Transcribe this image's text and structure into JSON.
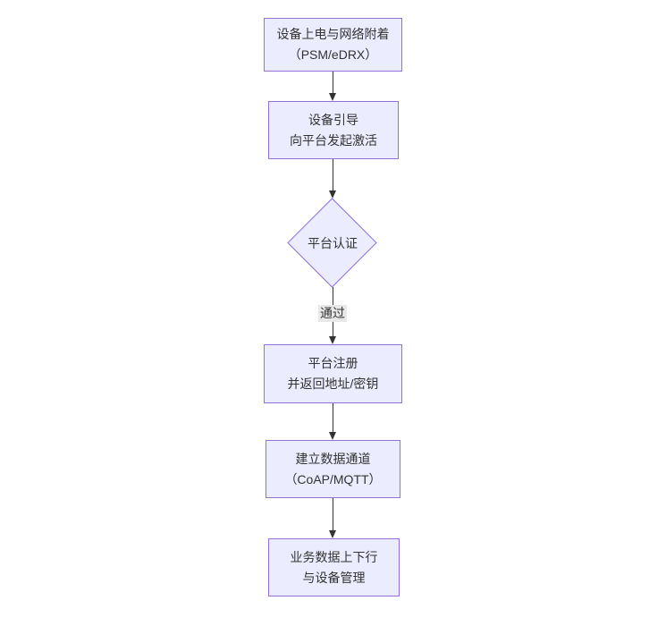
{
  "diagram": {
    "type": "flowchart",
    "direction": "top-down",
    "colors": {
      "node_fill": "#ECECFF",
      "node_border": "#9370DB",
      "text": "#333333",
      "arrow": "#333333",
      "edge_label_bg": "#e8e8e8",
      "background": "#ffffff"
    },
    "nodes": [
      {
        "id": "A",
        "shape": "rect",
        "line1": "设备上电与网络附着",
        "line2": "（PSM/eDRX）"
      },
      {
        "id": "B",
        "shape": "rect",
        "line1": "设备引导",
        "line2": "向平台发起激活"
      },
      {
        "id": "C",
        "shape": "diamond",
        "line1": "平台认证",
        "line2": ""
      },
      {
        "id": "D",
        "shape": "rect",
        "line1": "平台注册",
        "line2": "并返回地址/密钥"
      },
      {
        "id": "E",
        "shape": "rect",
        "line1": "建立数据通道",
        "line2": "（CoAP/MQTT）"
      },
      {
        "id": "F",
        "shape": "rect",
        "line1": "业务数据上下行",
        "line2": "与设备管理"
      }
    ],
    "edges": [
      {
        "from": "A",
        "to": "B",
        "label": ""
      },
      {
        "from": "B",
        "to": "C",
        "label": ""
      },
      {
        "from": "C",
        "to": "D",
        "label": "通过"
      },
      {
        "from": "D",
        "to": "E",
        "label": ""
      },
      {
        "from": "E",
        "to": "F",
        "label": ""
      }
    ]
  }
}
